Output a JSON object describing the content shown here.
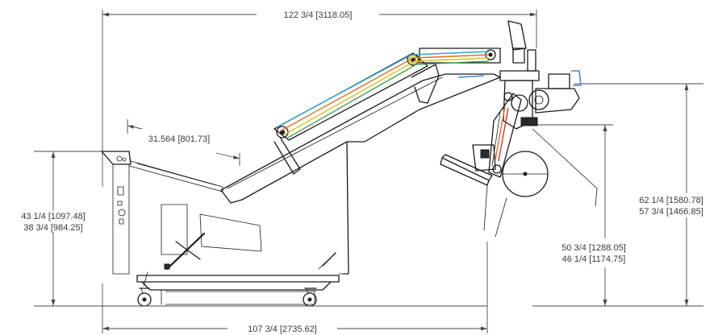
{
  "dimensions": {
    "overall_length": "122 3/4 [3118.05]",
    "base_length": "107 3/4 [2735.62]",
    "infeed_width": "31.564 [801.73]",
    "infeed_height_max": "43 1/4 [1097.48]",
    "infeed_height_min": "38 3/4 [984.25]",
    "discharge_height_max": "62 1/4 [1580.78]",
    "discharge_height_min": "57 3/4 [1466.85]",
    "roll_height_max": "50 3/4 [1288.05]",
    "roll_height_min": "46 1/4 [1174.75]"
  },
  "colors": {
    "line": "#1a1a1a",
    "dimension": "#4a4a4a",
    "belt_cyan": "#2aa8d8",
    "belt_orange": "#e07020",
    "belt_yellow": "#d8c020",
    "belt_green": "#2a9a3a",
    "accent_blue": "#3a8ad0"
  }
}
